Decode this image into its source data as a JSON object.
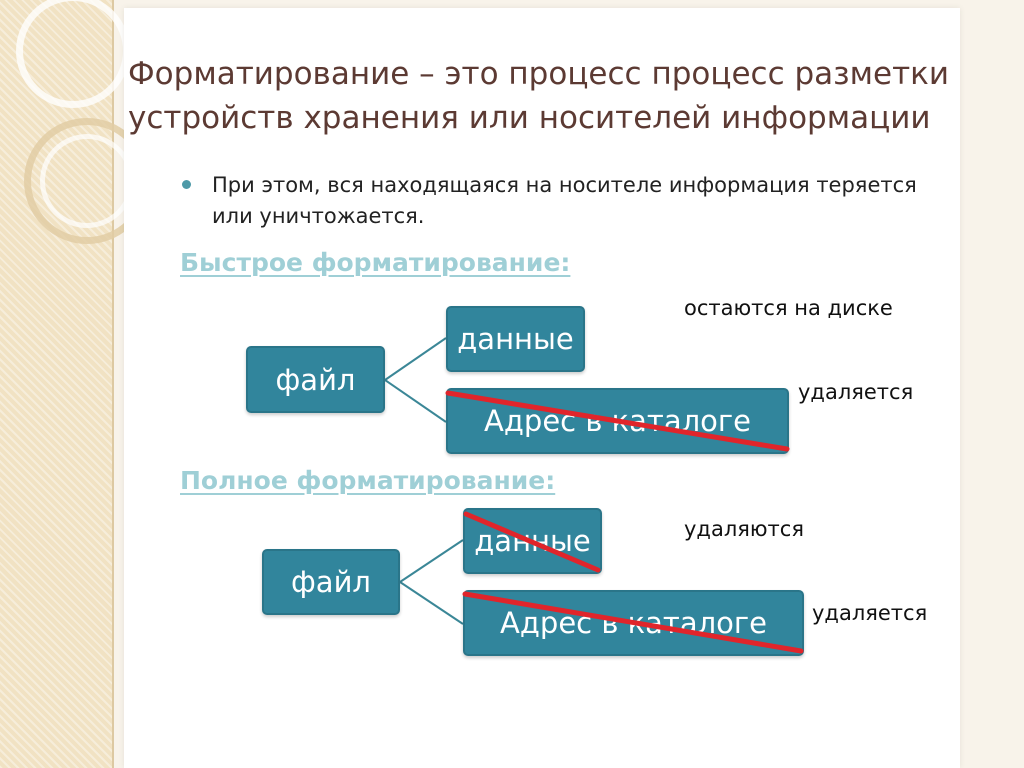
{
  "slide": {
    "title": "Форматирование – это процесс процесс разметки устройств хранения или носителей информации",
    "bullet": "При этом, вся находящаяся на носителе информация теряется или уничтожается."
  },
  "quick": {
    "heading": "Быстрое форматирование:",
    "file": "файл",
    "data": "данные",
    "address": "Адрес в каталоге",
    "data_note": "остаются на диске",
    "address_note": "удаляется"
  },
  "full": {
    "heading": "Полное форматирование:",
    "file": "файл",
    "data": "данные",
    "address": "Адрес в каталоге",
    "data_note": "удаляются",
    "address_note": "удаляется"
  },
  "colors": {
    "box_fill": "#31859c",
    "strike": "#e0252b",
    "heading": "#9fcfd6",
    "title": "#5c3a33"
  }
}
